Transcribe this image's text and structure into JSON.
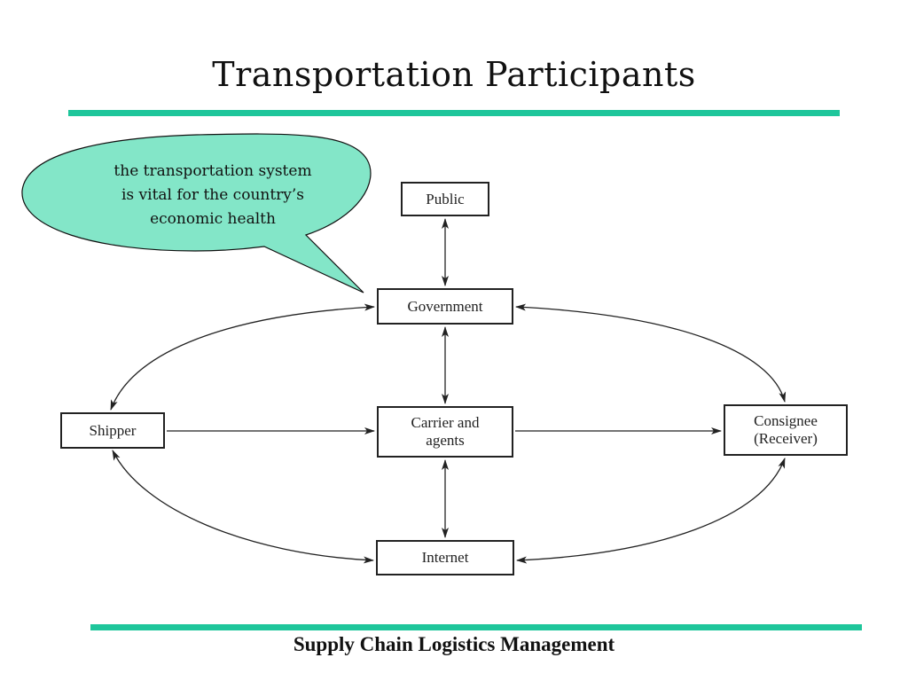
{
  "slide": {
    "title": "Transportation Participants",
    "footer": "Supply Chain Logistics Management"
  },
  "callout": {
    "text_lines": [
      "the transportation system",
      "is vital for the country’s",
      "economic health"
    ],
    "fill_color": "#83e6c8"
  },
  "accent_color": "#1ec69b",
  "nodes": {
    "public": "Public",
    "government": "Government",
    "shipper": "Shipper",
    "carrier": "Carrier and\nagents",
    "consignee": "Consignee\n(Receiver)",
    "internet": "Internet"
  }
}
